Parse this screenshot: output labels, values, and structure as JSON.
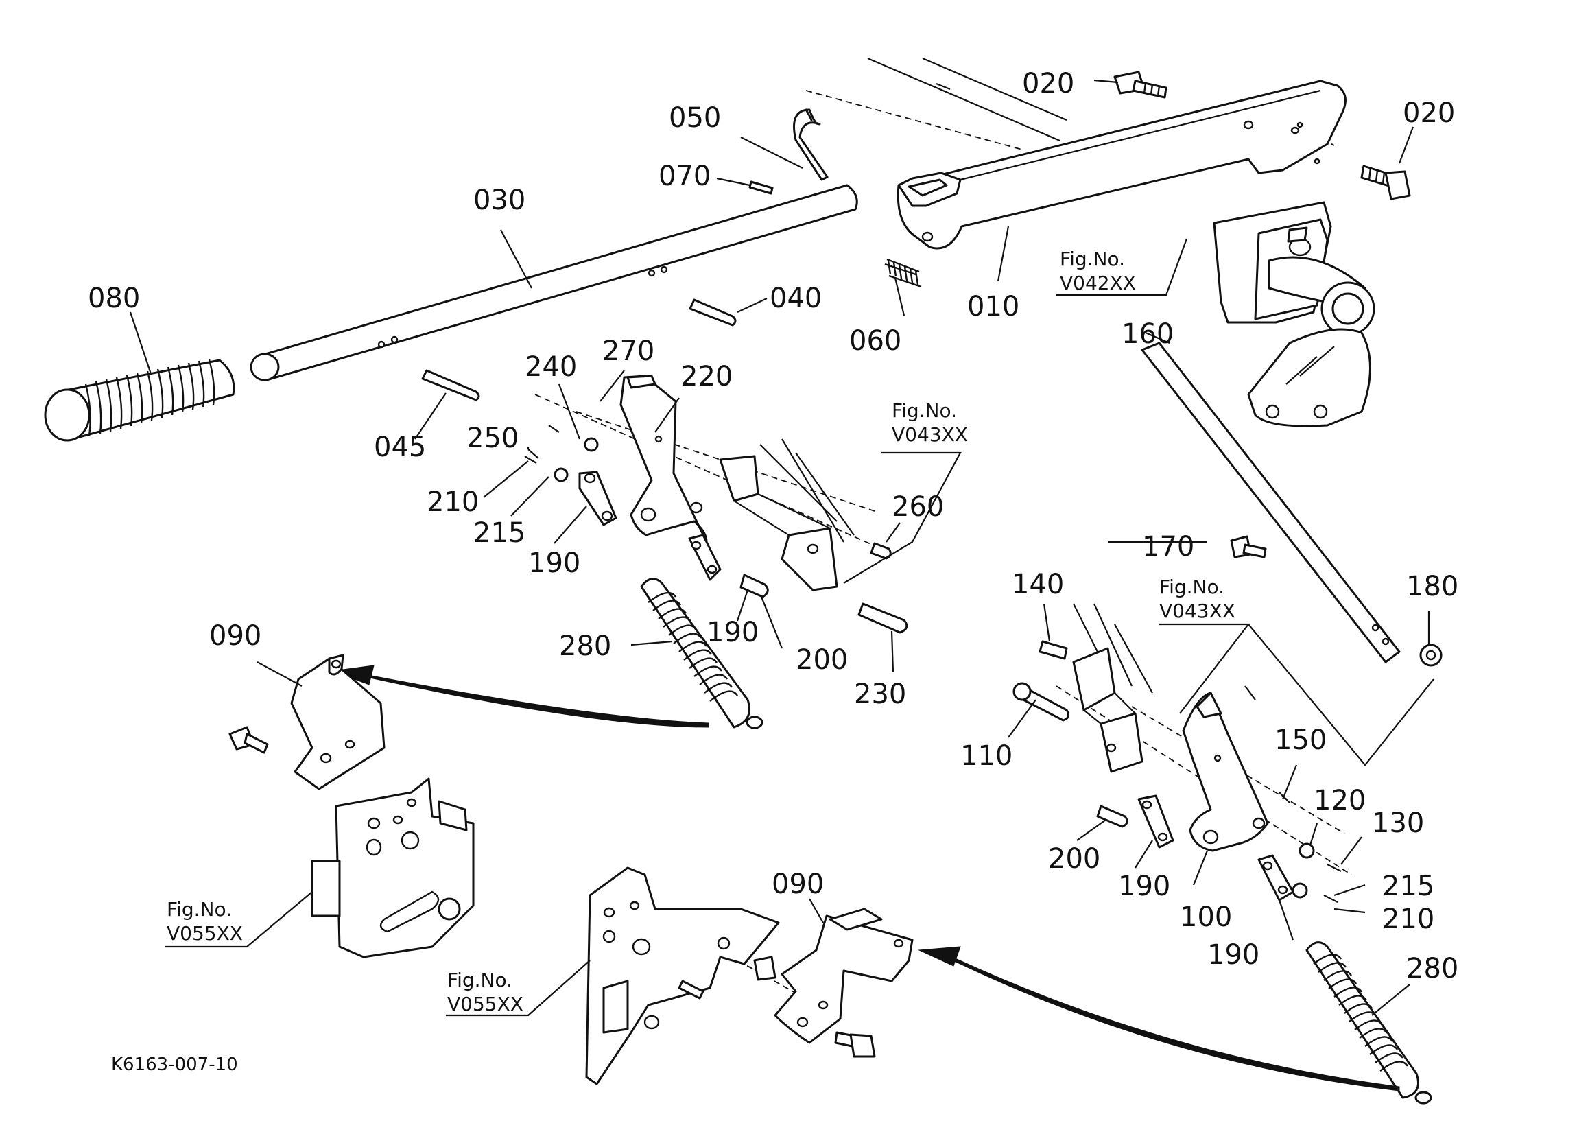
{
  "drawing_code": "K6163-007-10",
  "part_labels": {
    "p010": "010",
    "p020a": "020",
    "p020b": "020",
    "p030": "030",
    "p040": "040",
    "p045": "045",
    "p050": "050",
    "p060": "060",
    "p070": "070",
    "p080": "080",
    "p090a": "090",
    "p090b": "090",
    "p100": "100",
    "p110": "110",
    "p120": "120",
    "p130": "130",
    "p140": "140",
    "p150": "150",
    "p160": "160",
    "p170": "170",
    "p180": "180",
    "p190a": "190",
    "p190b": "190",
    "p190c": "190",
    "p190d": "190",
    "p200a": "200",
    "p200b": "200",
    "p210a": "210",
    "p210b": "210",
    "p215a": "215",
    "p215b": "215",
    "p220": "220",
    "p230": "230",
    "p240": "240",
    "p250": "250",
    "p260": "260",
    "p270": "270",
    "p280a": "280",
    "p280b": "280"
  },
  "figure_refs": {
    "fig_prefix": "Fig.No.",
    "v042": "V042XX",
    "v043a": "V043XX",
    "v043b": "V043XX",
    "v055a": "V055XX",
    "v055b": "V055XX"
  }
}
